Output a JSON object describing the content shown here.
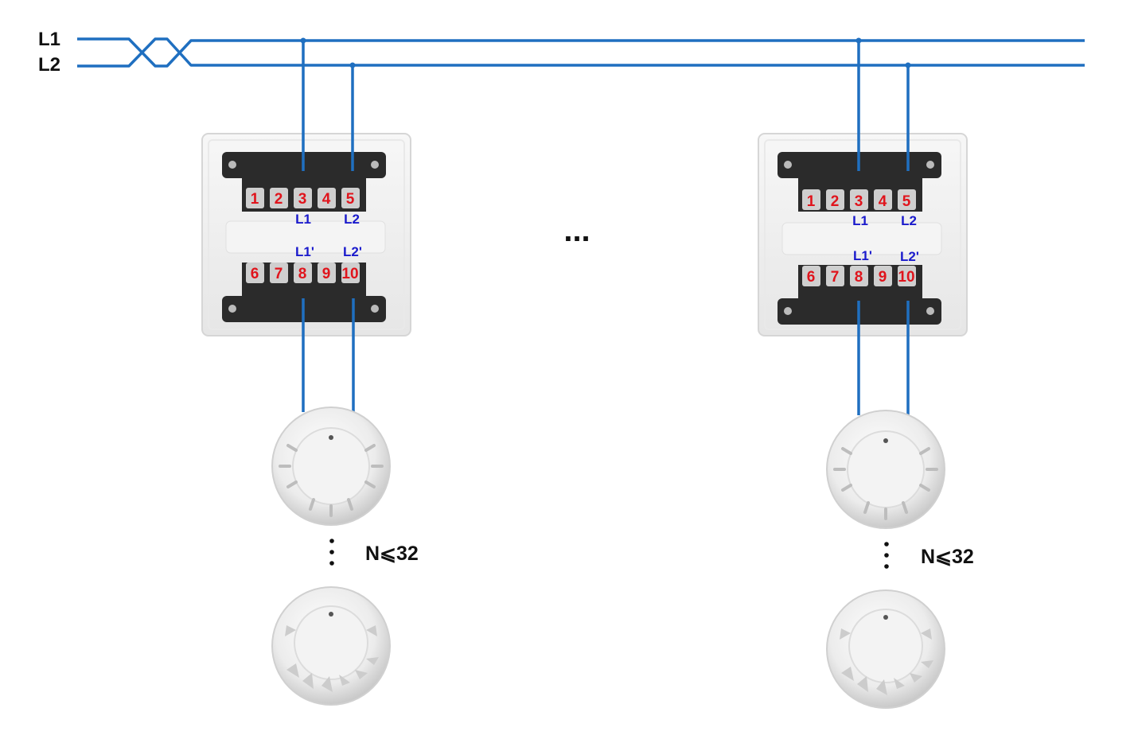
{
  "bus": {
    "l1_label": "L1",
    "l2_label": "L2"
  },
  "modules": [
    {
      "top_numbers": [
        "1",
        "2",
        "3",
        "4",
        "5"
      ],
      "bottom_numbers": [
        "6",
        "7",
        "8",
        "9",
        "10"
      ],
      "in_labels": [
        "L1",
        "L2"
      ],
      "out_labels": [
        "L1'",
        "L2'"
      ],
      "count_label": "N⩽32"
    },
    {
      "top_numbers": [
        "1",
        "2",
        "3",
        "4",
        "5"
      ],
      "bottom_numbers": [
        "6",
        "7",
        "8",
        "9",
        "10"
      ],
      "in_labels": [
        "L1",
        "L2"
      ],
      "out_labels": [
        "L1'",
        "L2'"
      ],
      "count_label": "N⩽32"
    }
  ],
  "between_modules": "...",
  "colors": {
    "wire": "#1f6fc0",
    "terminal_number": "#e0141c",
    "wire_label": "#1a1acc",
    "terminal_block": "#2b2b2b"
  },
  "icons": [
    "junction-box",
    "smoke-detector"
  ]
}
